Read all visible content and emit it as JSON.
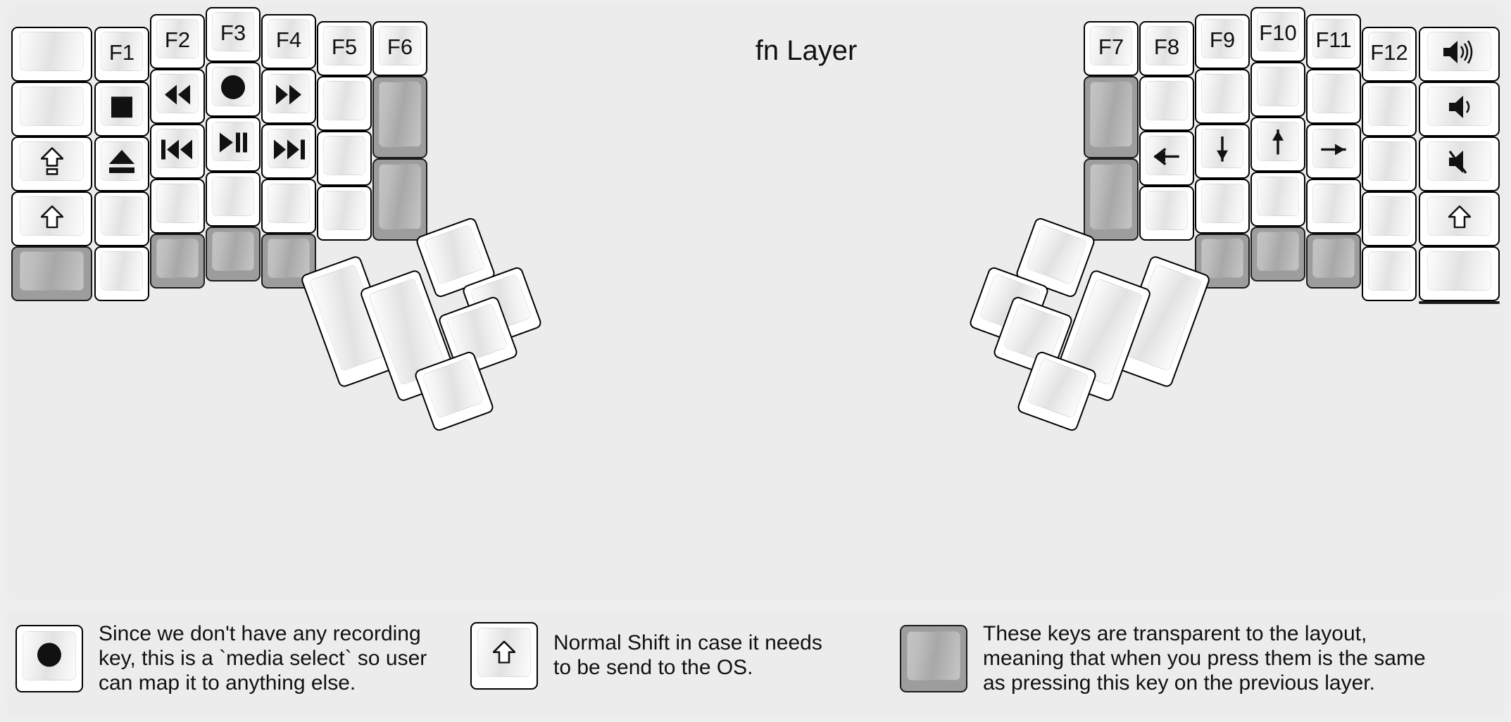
{
  "title": "fn Layer",
  "colors": {
    "page_background": "#eeeeee",
    "panel_background": "#ececec",
    "key_face": "#ffffff",
    "key_outline": "#000000",
    "transparent_key": "#9d9d9d",
    "label_text": "#111111"
  },
  "left_half": {
    "columns": [
      {
        "name": "col-outer",
        "keys": [
          {
            "label": "",
            "icon": "",
            "transparent": false
          },
          {
            "label": "",
            "icon": "",
            "transparent": false
          },
          {
            "label": "",
            "icon": "caps-lock-icon",
            "transparent": false
          },
          {
            "label": "",
            "icon": "shift-icon",
            "transparent": false
          },
          {
            "label": "",
            "icon": "",
            "transparent": true
          }
        ]
      },
      {
        "name": "col-f1",
        "keys": [
          {
            "label": "F1",
            "icon": "",
            "transparent": false
          },
          {
            "label": "",
            "icon": "media-stop-icon",
            "transparent": false
          },
          {
            "label": "",
            "icon": "media-eject-icon",
            "transparent": false
          },
          {
            "label": "",
            "icon": "",
            "transparent": false
          },
          {
            "label": "",
            "icon": "",
            "transparent": false
          }
        ]
      },
      {
        "name": "col-f2",
        "keys": [
          {
            "label": "F2",
            "icon": "",
            "transparent": false
          },
          {
            "label": "",
            "icon": "media-rewind-icon",
            "transparent": false
          },
          {
            "label": "",
            "icon": "media-prev-track-icon",
            "transparent": false
          },
          {
            "label": "",
            "icon": "",
            "transparent": false
          },
          {
            "label": "",
            "icon": "",
            "transparent": true
          }
        ]
      },
      {
        "name": "col-f3",
        "keys": [
          {
            "label": "F3",
            "icon": "",
            "transparent": false
          },
          {
            "label": "",
            "icon": "media-record-icon",
            "transparent": false
          },
          {
            "label": "",
            "icon": "media-play-pause-icon",
            "transparent": false
          },
          {
            "label": "",
            "icon": "",
            "transparent": false
          },
          {
            "label": "",
            "icon": "",
            "transparent": true
          }
        ]
      },
      {
        "name": "col-f4",
        "keys": [
          {
            "label": "F4",
            "icon": "",
            "transparent": false
          },
          {
            "label": "",
            "icon": "media-fastforward-icon",
            "transparent": false
          },
          {
            "label": "",
            "icon": "media-next-track-icon",
            "transparent": false
          },
          {
            "label": "",
            "icon": "",
            "transparent": false
          },
          {
            "label": "",
            "icon": "",
            "transparent": true
          }
        ]
      },
      {
        "name": "col-f5",
        "keys": [
          {
            "label": "F5",
            "icon": "",
            "transparent": false
          },
          {
            "label": "",
            "icon": "",
            "transparent": false
          },
          {
            "label": "",
            "icon": "",
            "transparent": false
          },
          {
            "label": "",
            "icon": "",
            "transparent": false
          }
        ]
      },
      {
        "name": "col-f6",
        "keys": [
          {
            "label": "F6",
            "icon": "",
            "transparent": false
          },
          {
            "label": "",
            "icon": "",
            "transparent": true
          },
          {
            "label": "",
            "icon": "",
            "transparent": true
          }
        ]
      }
    ],
    "thumb_cluster": [
      {
        "name": "thumb-big-1",
        "label": "",
        "icon": "",
        "transparent": false
      },
      {
        "name": "thumb-big-2",
        "label": "",
        "icon": "",
        "transparent": false
      },
      {
        "name": "thumb-small-1",
        "label": "",
        "icon": "",
        "transparent": false
      },
      {
        "name": "thumb-small-2",
        "label": "",
        "icon": "",
        "transparent": false
      },
      {
        "name": "thumb-small-3",
        "label": "",
        "icon": "",
        "transparent": false
      },
      {
        "name": "thumb-small-4",
        "label": "",
        "icon": "",
        "transparent": false
      }
    ]
  },
  "right_half": {
    "columns": [
      {
        "name": "col-f7",
        "keys": [
          {
            "label": "F7",
            "icon": "",
            "transparent": false
          },
          {
            "label": "",
            "icon": "",
            "transparent": true
          },
          {
            "label": "",
            "icon": "",
            "transparent": true
          }
        ]
      },
      {
        "name": "col-f8",
        "keys": [
          {
            "label": "F8",
            "icon": "",
            "transparent": false
          },
          {
            "label": "",
            "icon": "",
            "transparent": false
          },
          {
            "label": "",
            "icon": "arrow-left-icon",
            "transparent": false
          },
          {
            "label": "",
            "icon": "",
            "transparent": false
          }
        ]
      },
      {
        "name": "col-f9",
        "keys": [
          {
            "label": "F9",
            "icon": "",
            "transparent": false
          },
          {
            "label": "",
            "icon": "",
            "transparent": false
          },
          {
            "label": "",
            "icon": "arrow-down-icon",
            "transparent": false
          },
          {
            "label": "",
            "icon": "",
            "transparent": false
          },
          {
            "label": "",
            "icon": "",
            "transparent": true
          }
        ]
      },
      {
        "name": "col-f10",
        "keys": [
          {
            "label": "F10",
            "icon": "",
            "transparent": false
          },
          {
            "label": "",
            "icon": "",
            "transparent": false
          },
          {
            "label": "",
            "icon": "arrow-up-icon",
            "transparent": false
          },
          {
            "label": "",
            "icon": "",
            "transparent": false
          },
          {
            "label": "",
            "icon": "",
            "transparent": true
          }
        ]
      },
      {
        "name": "col-f11",
        "keys": [
          {
            "label": "F11",
            "icon": "",
            "transparent": false
          },
          {
            "label": "",
            "icon": "",
            "transparent": false
          },
          {
            "label": "",
            "icon": "arrow-right-icon",
            "transparent": false
          },
          {
            "label": "",
            "icon": "",
            "transparent": false
          },
          {
            "label": "",
            "icon": "",
            "transparent": true
          }
        ]
      },
      {
        "name": "col-f12",
        "keys": [
          {
            "label": "F12",
            "icon": "",
            "transparent": false
          },
          {
            "label": "",
            "icon": "",
            "transparent": false
          },
          {
            "label": "",
            "icon": "",
            "transparent": false
          },
          {
            "label": "",
            "icon": "",
            "transparent": false
          },
          {
            "label": "",
            "icon": "",
            "transparent": false
          }
        ]
      },
      {
        "name": "col-volume",
        "keys": [
          {
            "label": "",
            "icon": "volume-up-icon",
            "transparent": false
          },
          {
            "label": "",
            "icon": "volume-down-icon",
            "transparent": false
          },
          {
            "label": "",
            "icon": "volume-mute-icon",
            "transparent": false
          },
          {
            "label": "",
            "icon": "shift-icon",
            "transparent": false
          },
          {
            "label": "",
            "icon": "",
            "transparent": false
          },
          {
            "label": "",
            "icon": "",
            "transparent": true
          }
        ]
      }
    ],
    "thumb_cluster": [
      {
        "name": "thumb-big-1",
        "label": "",
        "icon": "",
        "transparent": false
      },
      {
        "name": "thumb-big-2",
        "label": "",
        "icon": "",
        "transparent": false
      },
      {
        "name": "thumb-small-1",
        "label": "",
        "icon": "",
        "transparent": false
      },
      {
        "name": "thumb-small-2",
        "label": "",
        "icon": "",
        "transparent": false
      },
      {
        "name": "thumb-small-3",
        "label": "",
        "icon": "",
        "transparent": false
      },
      {
        "name": "thumb-small-4",
        "label": "",
        "icon": "",
        "transparent": false
      }
    ]
  },
  "legend": [
    {
      "icon": "media-record-icon",
      "transparent": false,
      "text": "Since we don't have any recording\nkey, this is a `media select` so user\ncan map it to anything else."
    },
    {
      "icon": "shift-icon",
      "transparent": false,
      "text": "Normal Shift in case it needs\nto be send to the OS."
    },
    {
      "icon": "",
      "transparent": true,
      "text": "These keys are transparent to the layout,\nmeaning that when you press them is the same\nas pressing this key on the previous layer."
    }
  ]
}
